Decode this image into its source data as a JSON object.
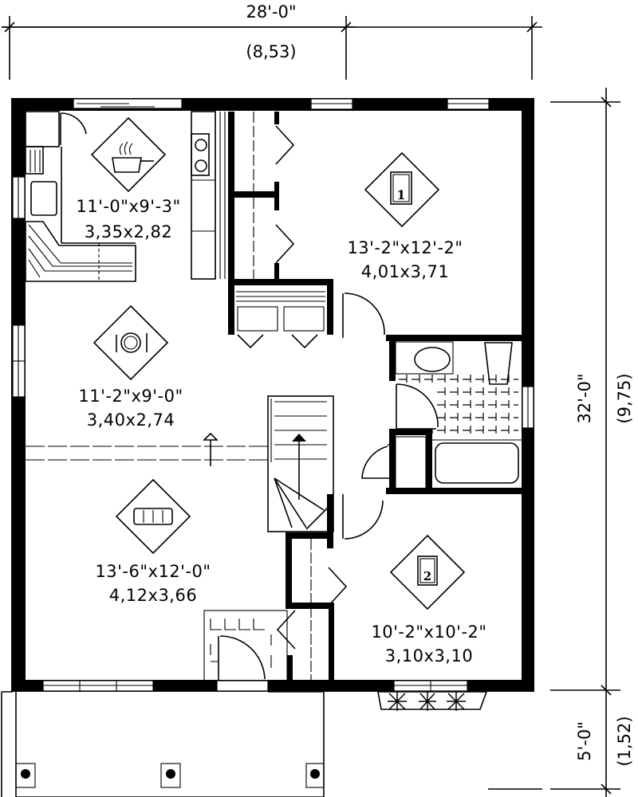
{
  "dimensions": {
    "width_imperial": "28'-0\"",
    "width_metric": "(8,53)",
    "depth_imperial": "32'-0\"",
    "depth_metric": "(9,75)",
    "porch_imperial": "5'-0\"",
    "porch_metric": "(1,52)"
  },
  "rooms": [
    {
      "name": "kitchen",
      "icon": "cooking-pot-icon",
      "imperial": "11'-0\"x9'-3\"",
      "metric": "3,35x2,82"
    },
    {
      "name": "bedroom-1",
      "icon": "bed-icon",
      "badge": "1",
      "imperial": "13'-2\"x12'-2\"",
      "metric": "4,01x3,71"
    },
    {
      "name": "dining",
      "icon": "plate-cutlery-icon",
      "imperial": "11'-2\"x9'-0\"",
      "metric": "3,40x2,74"
    },
    {
      "name": "living",
      "icon": "sofa-icon",
      "imperial": "13'-6\"x12'-0\"",
      "metric": "4,12x3,66"
    },
    {
      "name": "bedroom-2",
      "icon": "bed-icon",
      "badge": "2",
      "imperial": "10'-2\"x10'-2\"",
      "metric": "3,10x3,10"
    }
  ],
  "colors": {
    "ink": "#000000",
    "paper": "#ffffff"
  }
}
